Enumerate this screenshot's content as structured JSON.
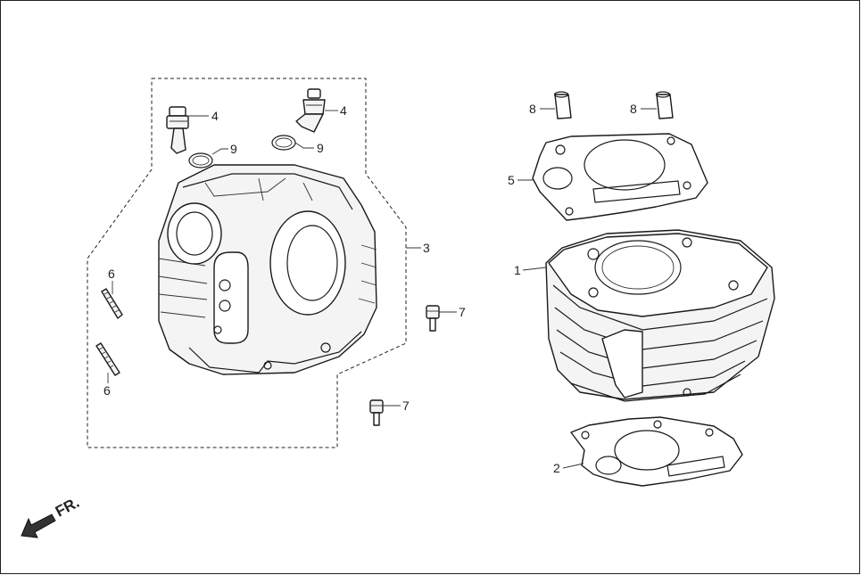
{
  "labels": {
    "cylinder": "1",
    "base_gasket": "2",
    "cylinder_head": "3",
    "valve_a": "4",
    "valve_b": "4",
    "stud_a": "6",
    "stud_b": "6",
    "head_gasket": "5",
    "bolt_a": "7",
    "bolt_b": "7",
    "dowel_a": "8",
    "dowel_b": "8",
    "oring_a": "9",
    "oring_b": "9"
  },
  "front_marker": "FR.",
  "colors": {
    "line": "#1a1a1a",
    "fill": "#f4f4f4",
    "background": "#ffffff"
  }
}
